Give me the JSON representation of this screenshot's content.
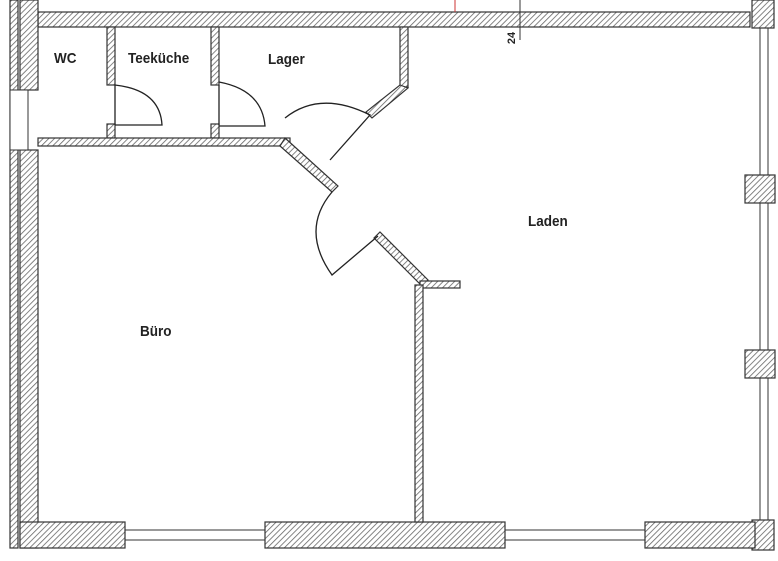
{
  "plan": {
    "rooms": [
      {
        "id": "wc",
        "label": "WC"
      },
      {
        "id": "teekueche",
        "label": "Teeküche"
      },
      {
        "id": "lager",
        "label": "Lager"
      },
      {
        "id": "laden",
        "label": "Laden"
      },
      {
        "id": "buero",
        "label": "Büro"
      }
    ],
    "dimension_label": "24",
    "colors": {
      "wall": "#555555",
      "background": "#ffffff"
    }
  }
}
